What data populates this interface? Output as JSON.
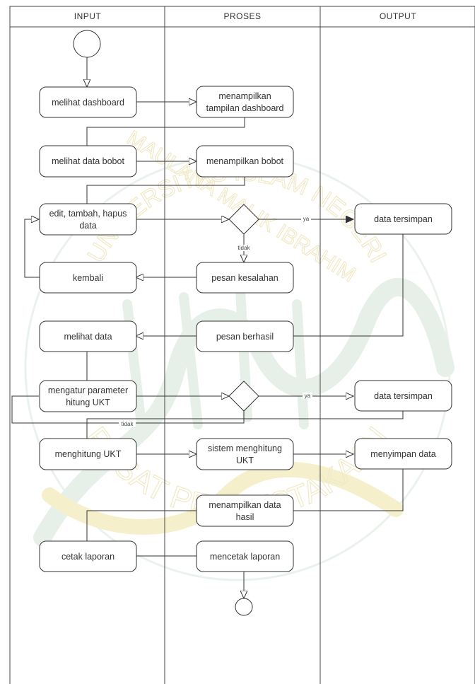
{
  "lanes": [
    "INPUT",
    "PROSES",
    "OUTPUT"
  ],
  "input": {
    "melihat_dashboard": "melihat dashboard",
    "melihat_data_bobot": "melihat data bobot",
    "edit_line1": "edit, tambah, hapus",
    "edit_line2": "data",
    "kembali": "kembali",
    "melihat_data": "melihat data",
    "mengatur_line1": "mengatur parameter",
    "mengatur_line2": "hitung UKT",
    "menghitung_ukt": "menghitung UKT",
    "cetak_laporan": "cetak laporan"
  },
  "proses": {
    "menampilkan_line1": "menampilkan",
    "menampilkan_line2": "tampilan dashboard",
    "menampilkan_bobot": "menampilkan bobot",
    "pesan_kesalahan": "pesan kesalahan",
    "pesan_berhasil": "pesan berhasil",
    "sistem_line1": "sistem menghitung",
    "sistem_line2": "UKT",
    "hasil_line1": "menampilkan data",
    "hasil_line2": "hasil",
    "mencetak_laporan": "mencetak laporan"
  },
  "output": {
    "data_tersimpan_1": "data tersimpan",
    "data_tersimpan_2": "data tersimpan",
    "menyimpan_data": "menyimpan data"
  },
  "guards": {
    "ya_1": "ya",
    "tidak_1": "tidak",
    "ya_2": "ya",
    "tidak_2": "tidak"
  },
  "watermark": {
    "text_top": "UNIVERSITAS ISLAM NEGERI",
    "text_mid": "MAULANA MALIK IBRAHIM",
    "text_bottom": "PUSAT PERPUSTAKAAN"
  },
  "colors": {
    "line": "#333333",
    "watermark_green": "#e3efe6",
    "watermark_gold": "#f6eec4"
  }
}
